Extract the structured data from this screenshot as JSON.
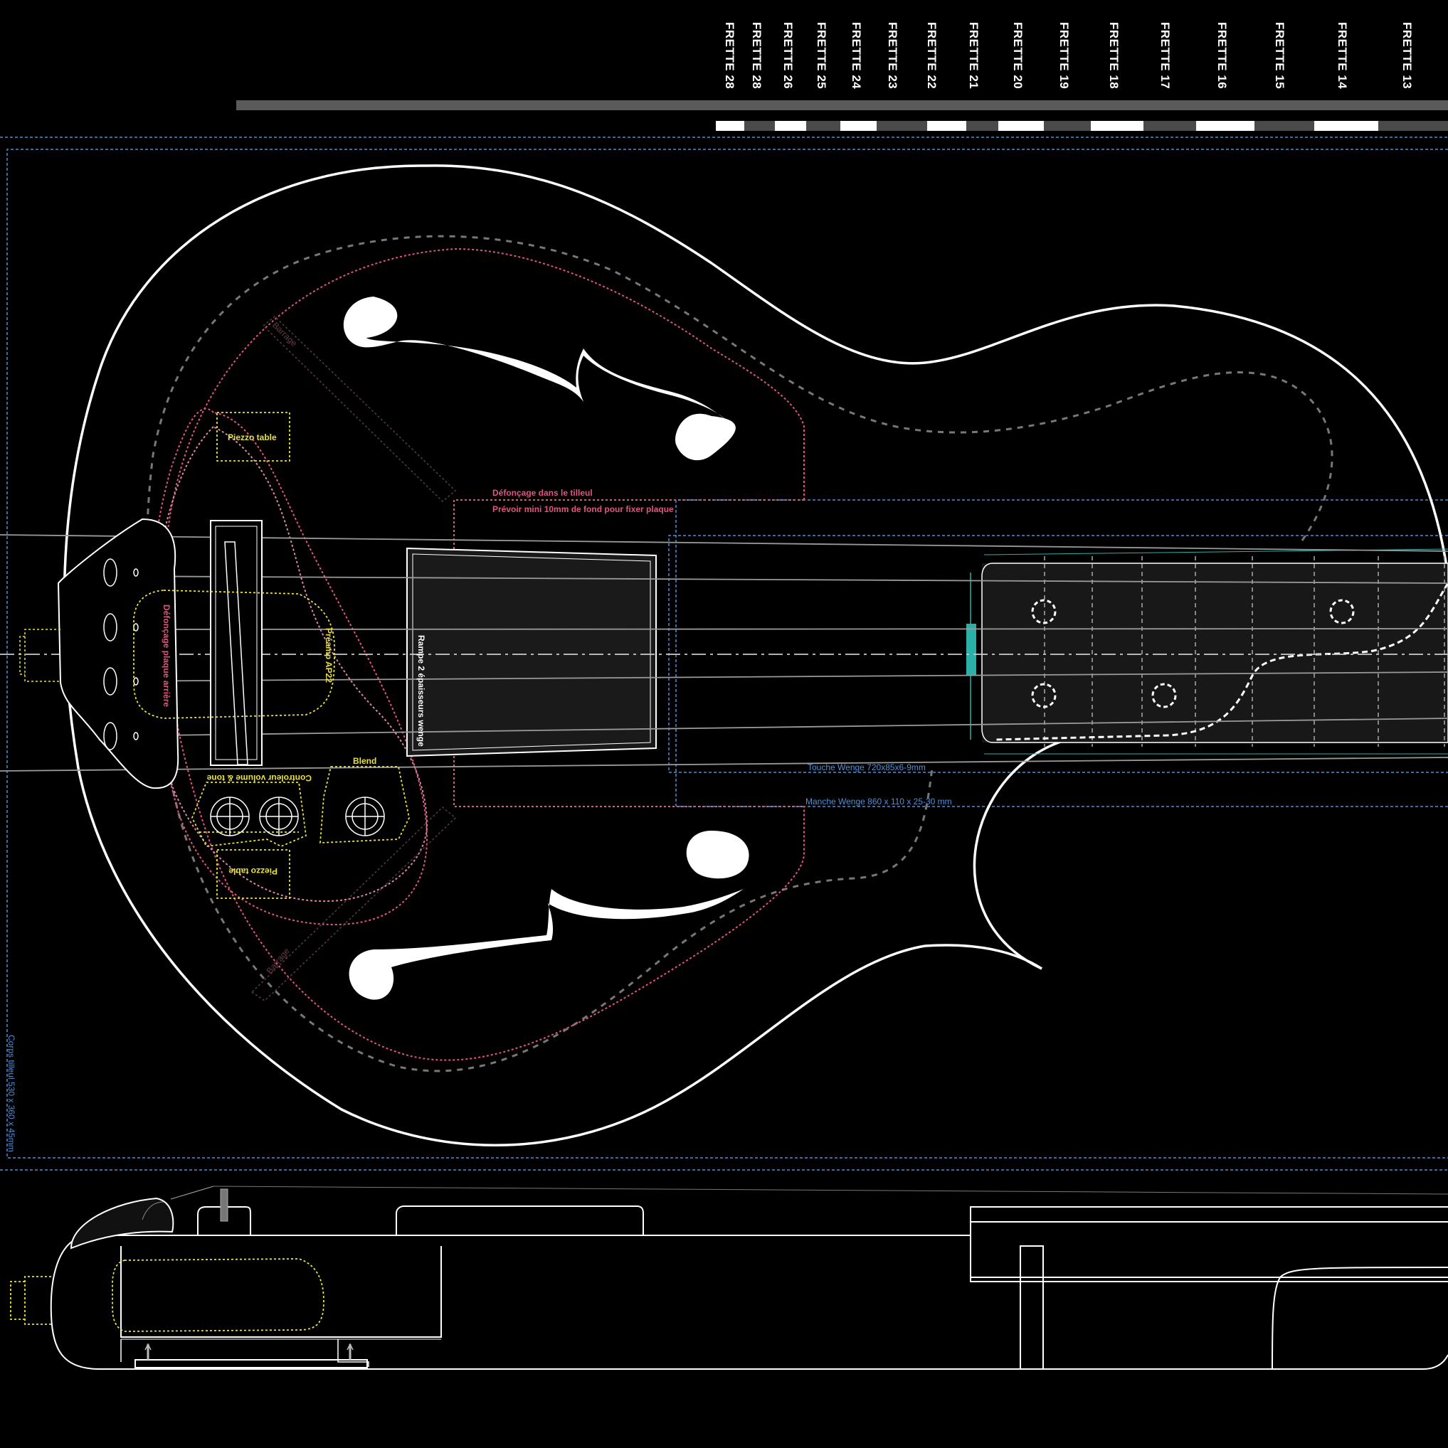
{
  "frets": [
    "FRETTE 28",
    "FRETTE 28",
    "FRETTE 26",
    "FRETTE 25",
    "FRETTE 24",
    "FRETTE 23",
    "FRETTE 22",
    "FRETTE 21",
    "FRETTE 20",
    "FRETTE 19",
    "FRETTE 18",
    "FRETTE 17",
    "FRETTE 16",
    "FRETTE 15",
    "FRETTE 14",
    "FRETTE 13"
  ],
  "labels": {
    "barrage_top": "Barrage",
    "barrage_bottom": "Barrage",
    "piezzo_table_top": "Piezzo table",
    "piezzo_table_bottom": "Piezzo table",
    "defoncage_plaque": "Défonçage plaque arrière",
    "preamp": "Préamp AP22",
    "controleur": "Controleur volume & tone",
    "blend": "Blend",
    "defoncage_tilleul": "Défonçage dans le tilleul",
    "prevoir": "Prévoir mini 10mm de fond pour fixer plaque",
    "rampe": "Rampe 2 épaisseurs wenge",
    "touche": "Touche Wenge 720x85x6-9mm",
    "manche": "Manche Wenge 860 x 110 x 25-30 mm",
    "corps": "Corps tilleul 530 x 360 x 45mm"
  },
  "colors": {
    "background": "#000000",
    "outline": "#ffffff",
    "electronics": "#e8e040",
    "routing": "#e0567e",
    "dimensions": "#4f8fd6",
    "string": "#9a9a9a",
    "nut_marker": "#2ab0a8"
  }
}
